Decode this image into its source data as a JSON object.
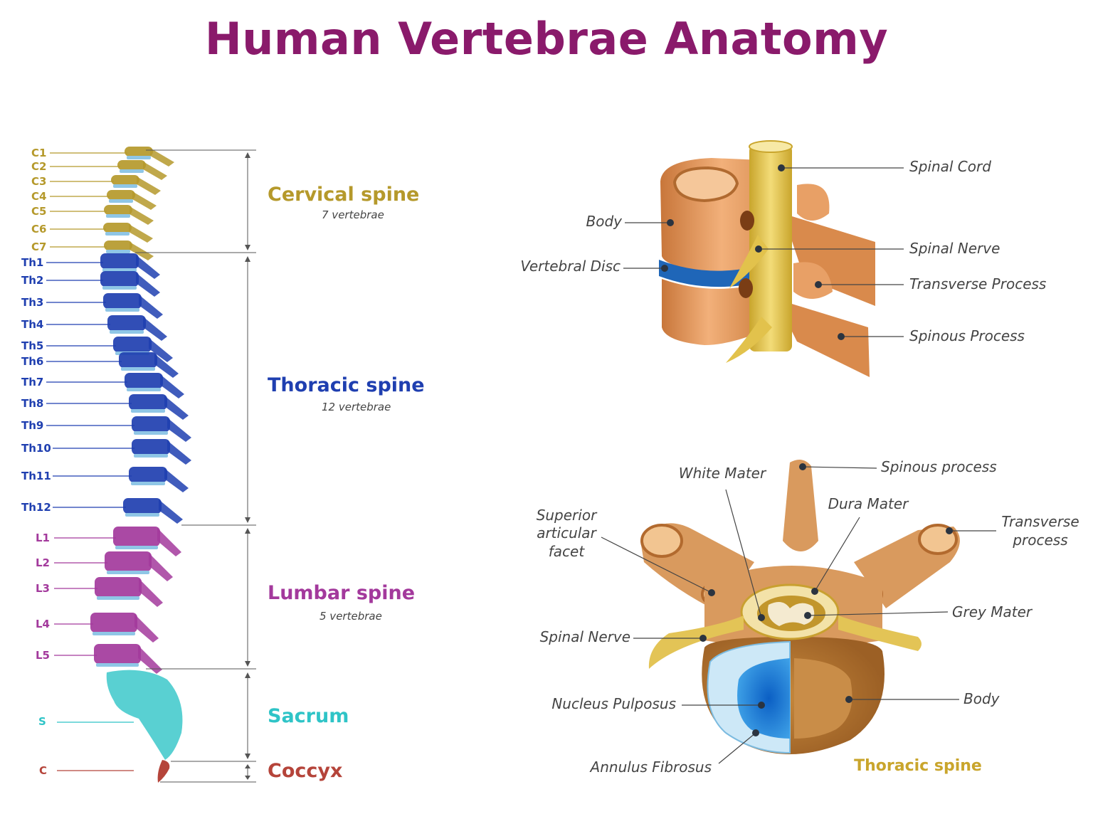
{
  "title": "Human Vertebrae Anatomy",
  "colors": {
    "title": "#8a1a6b",
    "cervical": "#b5992b",
    "thoracic": "#1f3fb0",
    "lumbar": "#a3399c",
    "sacrum": "#2fc4c7",
    "coccyx": "#b5443a"
  },
  "spine_labels": {
    "cervical": [
      "C1",
      "C2",
      "C3",
      "C4",
      "C5",
      "C6",
      "C7"
    ],
    "thoracic": [
      "Th1",
      "Th2",
      "Th3",
      "Th4",
      "Th5",
      "Th6",
      "Th7",
      "Th8",
      "Th9",
      "Th10",
      "Th11",
      "Th12"
    ],
    "lumbar": [
      "L1",
      "L2",
      "L3",
      "L4",
      "L5"
    ],
    "sacrum": "S",
    "coccyx": "C"
  },
  "regions": {
    "cervical": {
      "name": "Cervical spine",
      "count": "7 vertebrae"
    },
    "thoracic": {
      "name": "Thoracic spine",
      "count": "12 vertebrae"
    },
    "lumbar": {
      "name": "Lumbar spine",
      "count": "5 vertebrae"
    },
    "sacrum": {
      "name": "Sacrum"
    },
    "coccyx": {
      "name": "Coccyx"
    }
  },
  "side_view_labels": {
    "spinal_cord": "Spinal Cord",
    "body": "Body",
    "spinal_nerve": "Spinal Nerve",
    "vertebral_disc": "Vertebral Disc",
    "transverse_process": "Transverse Process",
    "spinous_process": "Spinous Process"
  },
  "top_view_labels": {
    "white_mater": "White Mater",
    "spinous_process": "Spinous  process",
    "dura_mater": "Dura Mater",
    "superior_articular_facet": [
      "Superior",
      "articular",
      "facet"
    ],
    "transverse_process": [
      "Transverse",
      "process"
    ],
    "grey_mater": "Grey Mater",
    "spinal_nerve": "Spinal Nerve",
    "body": "Body",
    "nucleus_pulposus": "Nucleus Pulposus",
    "annulus_fibrosus": "Annulus Fibrosus",
    "caption": "Thoracic spine"
  }
}
